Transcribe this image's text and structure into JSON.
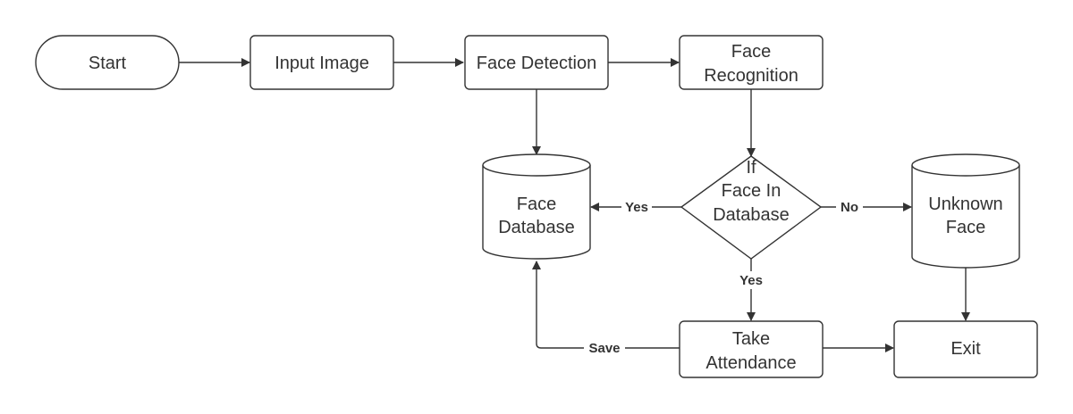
{
  "nodes": {
    "start": "Start",
    "input_image": "Input Image",
    "face_detection": "Face Detection",
    "face_recognition": [
      "Face",
      "Recognition"
    ],
    "decision": [
      "If",
      "Face In",
      "Database"
    ],
    "face_database": [
      "Face",
      "Database"
    ],
    "unknown_face": [
      "Unknown",
      "Face"
    ],
    "take_attendance": [
      "Take",
      "Attendance"
    ],
    "exit": "Exit"
  },
  "edges": {
    "yes_left": "Yes",
    "no_right": "No",
    "yes_down": "Yes",
    "save": "Save"
  },
  "colors": {
    "stroke": "#333333",
    "fill": "#ffffff",
    "text": "#333333"
  }
}
